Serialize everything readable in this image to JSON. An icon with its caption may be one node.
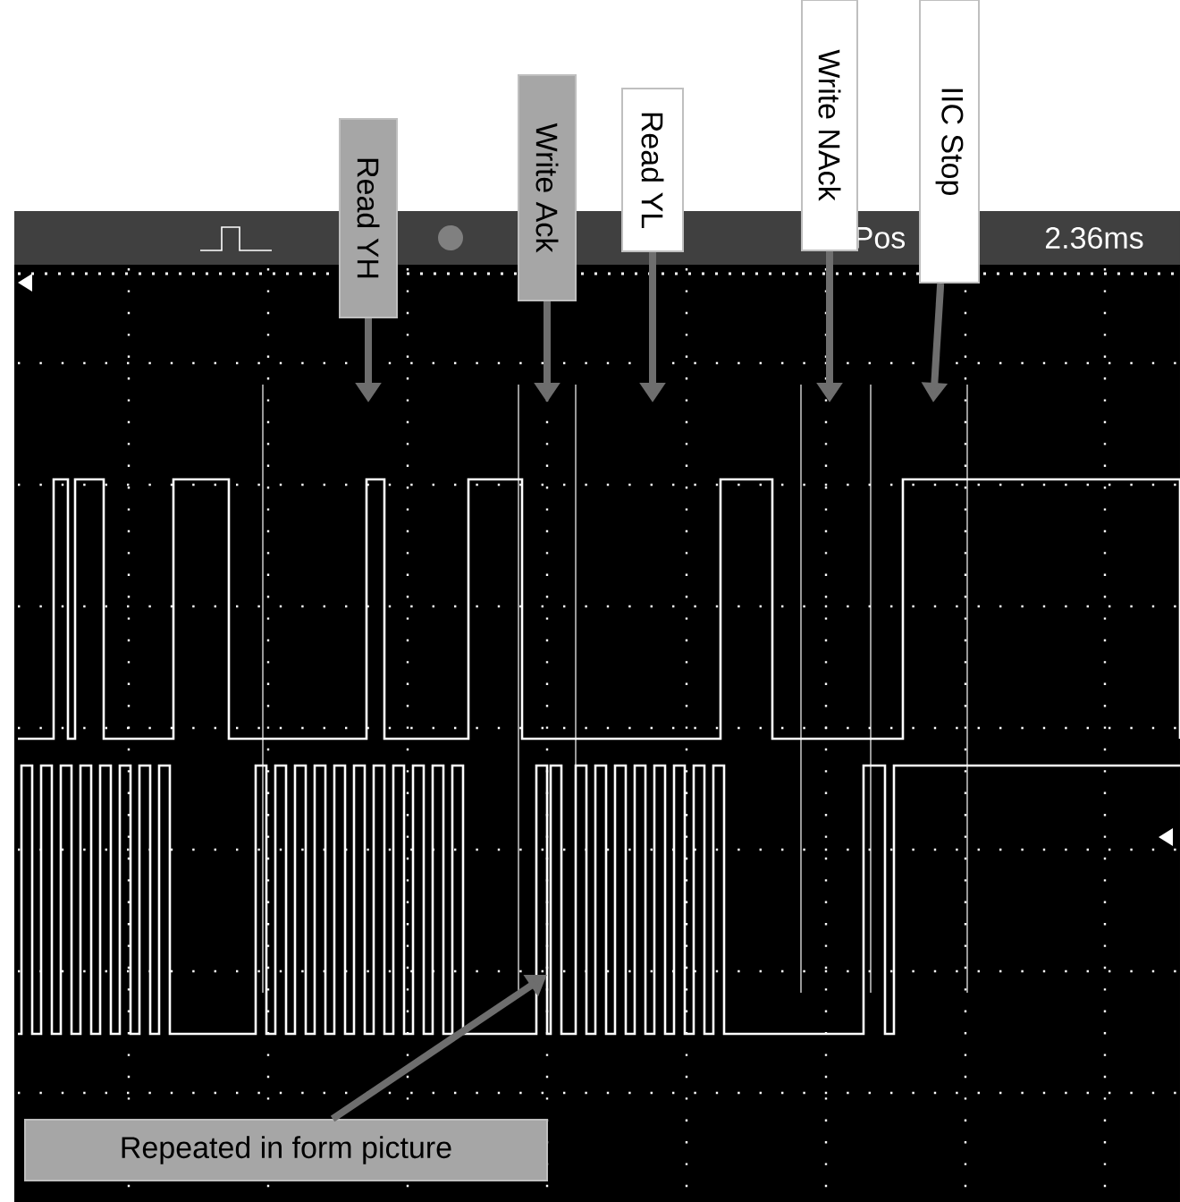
{
  "diagram": {
    "nodes": [
      {
        "text": [
          "Read YH"
        ]
      },
      {
        "text": [
          "Write Ack"
        ]
      },
      {
        "text": [
          "Read YL"
        ]
      },
      {
        "text": [
          "Write NAck"
        ]
      },
      {
        "text": [
          "IIC Stop"
        ]
      },
      {
        "text": [
          "Repeated in form picture"
        ]
      }
    ],
    "edges": [
      {
        "from": 0,
        "to": null,
        "arrow": "to"
      },
      {
        "from": 1,
        "to": null,
        "arrow": "to"
      },
      {
        "from": 2,
        "to": null,
        "arrow": "to"
      },
      {
        "from": 3,
        "to": null,
        "arrow": "to"
      },
      {
        "from": 4,
        "to": null,
        "arrow": "to"
      },
      {
        "from": 5,
        "to": null,
        "arrow": "to"
      }
    ],
    "labels": [
      "Pos",
      "2.36ms"
    ]
  }
}
